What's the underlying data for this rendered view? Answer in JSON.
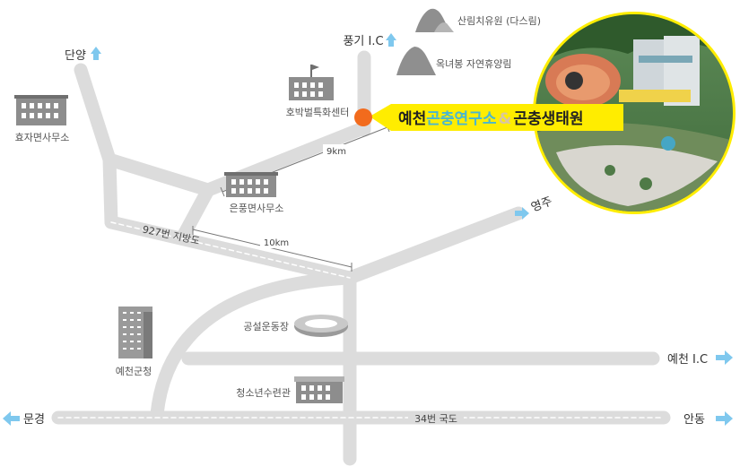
{
  "colors": {
    "road": "#dcdcdc",
    "road_center": "#ffffff",
    "building": "#888888",
    "arrow": "#7fc8ee",
    "banner": "#ffed00",
    "marker": "#f26b1d",
    "dark_text": "#222222",
    "accent_text": "#49b6d0"
  },
  "highways": {
    "national": "34번 국도",
    "local": "927번 지방도"
  },
  "distances": {
    "short": "9km",
    "long": "10km"
  },
  "destinations": {
    "danyang": "단양",
    "punggi_ic": "풍기 I.C",
    "yeongju": "영주",
    "yecheon_ic": "예천 I.C",
    "mungyeong": "문경",
    "andong": "안동"
  },
  "landmarks": {
    "hyoja_office": "효자면사무소",
    "amber_center": "호박벌특화센터",
    "eunpung_office": "은풍면사무소",
    "county_office": "예천군청",
    "stadium": "공설운동장",
    "youth_center": "청소년수련관",
    "recreation_forest_1": "산림치유원 (다스림)",
    "recreation_forest_2": "옥녀봉 자연휴양림"
  },
  "banner": {
    "part1": "예천",
    "part2": "곤충연구소",
    "amp": "&",
    "part3": "곤충생태원"
  },
  "icons": {
    "building": "office-building-icon",
    "tower": "tower-building-icon",
    "mountain": "mountain-icon",
    "stadium": "stadium-icon",
    "arrow": "direction-arrow-icon",
    "marker": "location-marker-icon"
  }
}
